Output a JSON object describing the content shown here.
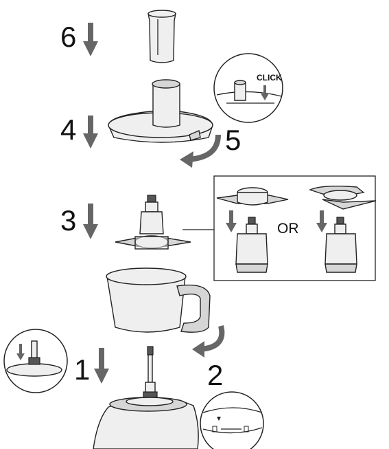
{
  "steps": {
    "step1": "1",
    "step2": "2",
    "step3": "3",
    "step4": "4",
    "step5": "5",
    "step6": "6"
  },
  "inset_click_label": "CLICK",
  "blade_options_separator": "OR",
  "colors": {
    "line": "#222222",
    "arrow": "#666666",
    "part_fill": "#efefef"
  },
  "icons": [
    "down-arrow-icon",
    "rotate-arrow-icon"
  ]
}
